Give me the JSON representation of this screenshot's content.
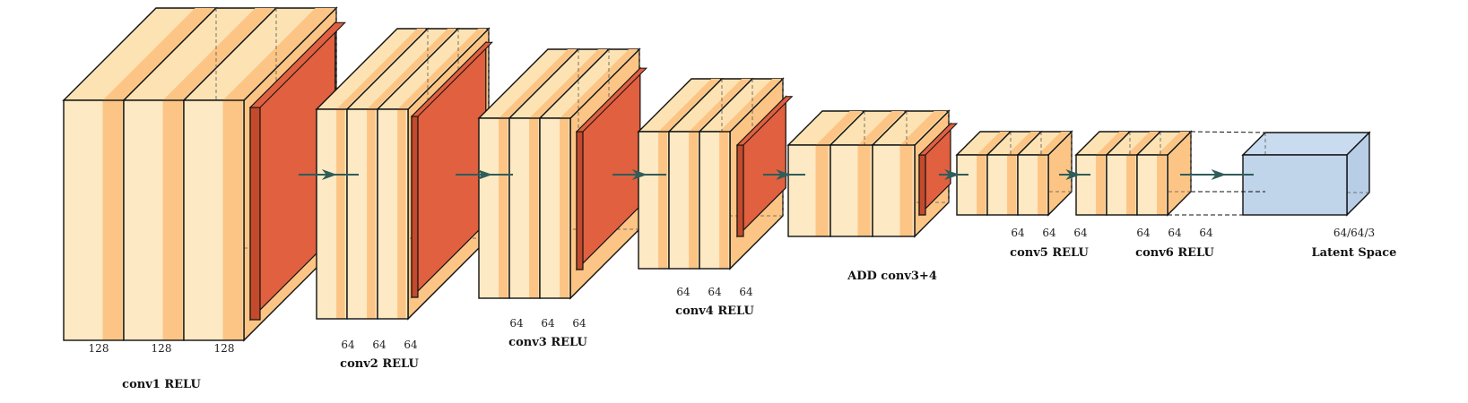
{
  "colors": {
    "conv_light": "#fde9c3",
    "conv_band": "#fcc585",
    "conv_top": "#fde3b3",
    "relu_red": "#e06040",
    "relu_red_dark": "#c34a2c",
    "arrow": "#2f5d5a",
    "latent": "#c0d4ea",
    "latent_top": "#c9dbee",
    "latent_side": "#b8cde6",
    "outline": "#111111"
  },
  "blocks": [
    {
      "id": "conv1",
      "label": "conv1 RELU",
      "dims": [
        "128",
        "128",
        "128"
      ],
      "has_relu": true
    },
    {
      "id": "conv2",
      "label": "conv2 RELU",
      "dims": [
        "64",
        "64",
        "64"
      ],
      "has_relu": true
    },
    {
      "id": "conv3",
      "label": "conv3 RELU",
      "dims": [
        "64",
        "64",
        "64"
      ],
      "has_relu": true
    },
    {
      "id": "conv4",
      "label": "conv4 RELU",
      "dims": [
        "64",
        "64",
        "64"
      ],
      "has_relu": true
    },
    {
      "id": "add",
      "label": "ADD conv3+4",
      "dims": [],
      "has_relu": true
    },
    {
      "id": "conv5",
      "label": "conv5 RELU",
      "dims": [
        "64",
        "64",
        "64"
      ],
      "has_relu": false
    },
    {
      "id": "conv6",
      "label": "conv6 RELU",
      "dims": [
        "64",
        "64",
        "64"
      ],
      "has_relu": false
    },
    {
      "id": "latent",
      "label": "Latent Space",
      "dims": [
        "64/64/3"
      ],
      "has_relu": false
    }
  ],
  "icons": [
    "arrow-right-icon"
  ]
}
